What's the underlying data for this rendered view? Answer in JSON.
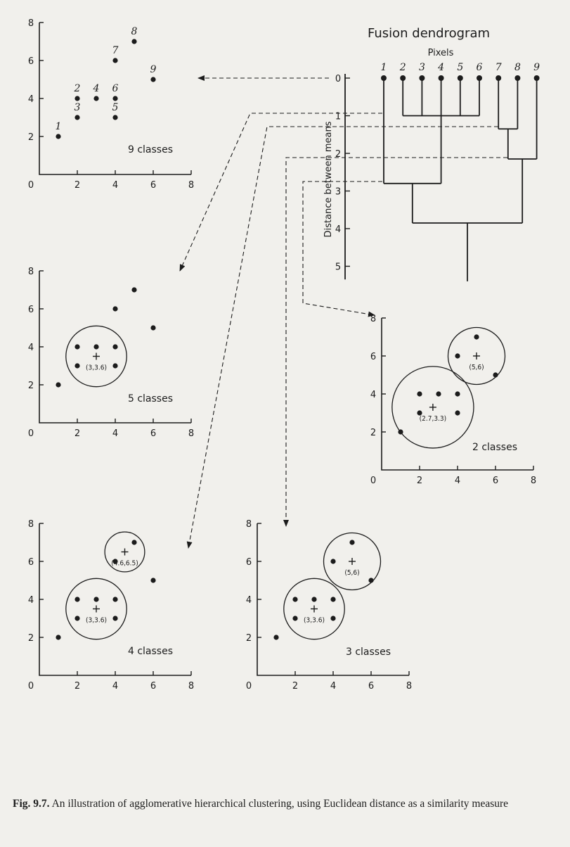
{
  "axis_ticks": {
    "x": [
      "0",
      "2",
      "4",
      "6",
      "8"
    ],
    "y": [
      "2",
      "4",
      "6",
      "8"
    ]
  },
  "dendrogram": {
    "title": "Fusion dendrogram",
    "subtitle": "Pixels",
    "y_label": "Distance between means",
    "y_ticks": [
      "0",
      "1",
      "2",
      "3",
      "4",
      "5"
    ],
    "leaves": [
      "1",
      "2",
      "3",
      "4",
      "5",
      "6",
      "7",
      "8",
      "9"
    ],
    "merges": [
      {
        "members": [
          "2",
          "3",
          "4",
          "5",
          "6"
        ],
        "distance": 1.0
      },
      {
        "members": [
          "7",
          "8"
        ],
        "distance": 1.35
      },
      {
        "members": [
          "7",
          "8",
          "9"
        ],
        "distance": 2.15
      },
      {
        "members": [
          "1",
          "2",
          "3",
          "4",
          "5",
          "6"
        ],
        "distance": 2.8
      },
      {
        "members": [
          "1",
          "2",
          "3",
          "4",
          "5",
          "6",
          "7",
          "8",
          "9"
        ],
        "distance": 3.85
      }
    ]
  },
  "chart_data": [
    {
      "type": "scatter",
      "label": "9 classes",
      "points": [
        {
          "id": "1",
          "x": 1,
          "y": 2
        },
        {
          "id": "2",
          "x": 2,
          "y": 4
        },
        {
          "id": "3",
          "x": 2,
          "y": 3
        },
        {
          "id": "4",
          "x": 3,
          "y": 4
        },
        {
          "id": "5",
          "x": 4,
          "y": 3
        },
        {
          "id": "6",
          "x": 4,
          "y": 4
        },
        {
          "id": "7",
          "x": 4,
          "y": 6
        },
        {
          "id": "8",
          "x": 5,
          "y": 7
        },
        {
          "id": "9",
          "x": 6,
          "y": 5
        }
      ],
      "clusters": [],
      "xlim": [
        0,
        8
      ],
      "ylim": [
        0,
        8
      ]
    },
    {
      "type": "scatter",
      "label": "5 classes",
      "points": [
        {
          "x": 1,
          "y": 2
        },
        {
          "x": 2,
          "y": 4
        },
        {
          "x": 2,
          "y": 3
        },
        {
          "x": 3,
          "y": 4
        },
        {
          "x": 4,
          "y": 3
        },
        {
          "x": 4,
          "y": 4
        },
        {
          "x": 4,
          "y": 6
        },
        {
          "x": 5,
          "y": 7
        },
        {
          "x": 6,
          "y": 5
        }
      ],
      "clusters": [
        {
          "center": [
            3,
            3.5
          ],
          "label": "(3,3.6)",
          "radius": 1.6
        }
      ],
      "xlim": [
        0,
        8
      ],
      "ylim": [
        0,
        8
      ]
    },
    {
      "type": "scatter",
      "label": "2 classes",
      "points": [
        {
          "x": 1,
          "y": 2
        },
        {
          "x": 2,
          "y": 4
        },
        {
          "x": 2,
          "y": 3
        },
        {
          "x": 3,
          "y": 4
        },
        {
          "x": 4,
          "y": 3
        },
        {
          "x": 4,
          "y": 4
        },
        {
          "x": 4,
          "y": 6
        },
        {
          "x": 5,
          "y": 7
        },
        {
          "x": 6,
          "y": 5
        }
      ],
      "clusters": [
        {
          "center": [
            2.7,
            3.3
          ],
          "label": "(2.7,3.3)",
          "radius": 2.15
        },
        {
          "center": [
            5,
            6
          ],
          "label": "(5,6)",
          "radius": 1.5
        }
      ],
      "xlim": [
        0,
        8
      ],
      "ylim": [
        0,
        8
      ]
    },
    {
      "type": "scatter",
      "label": "4 classes",
      "points": [
        {
          "x": 1,
          "y": 2
        },
        {
          "x": 2,
          "y": 4
        },
        {
          "x": 2,
          "y": 3
        },
        {
          "x": 3,
          "y": 4
        },
        {
          "x": 4,
          "y": 3
        },
        {
          "x": 4,
          "y": 4
        },
        {
          "x": 4,
          "y": 6
        },
        {
          "x": 5,
          "y": 7
        },
        {
          "x": 6,
          "y": 5
        }
      ],
      "clusters": [
        {
          "center": [
            3,
            3.5
          ],
          "label": "(3,3.6)",
          "radius": 1.6
        },
        {
          "center": [
            4.5,
            6.5
          ],
          "label": "(4.6,6.5)",
          "radius": 1.05
        }
      ],
      "xlim": [
        0,
        8
      ],
      "ylim": [
        0,
        8
      ]
    },
    {
      "type": "scatter",
      "label": "3 classes",
      "points": [
        {
          "x": 1,
          "y": 2
        },
        {
          "x": 2,
          "y": 4
        },
        {
          "x": 2,
          "y": 3
        },
        {
          "x": 3,
          "y": 4
        },
        {
          "x": 4,
          "y": 3
        },
        {
          "x": 4,
          "y": 4
        },
        {
          "x": 4,
          "y": 6
        },
        {
          "x": 5,
          "y": 7
        },
        {
          "x": 6,
          "y": 5
        }
      ],
      "clusters": [
        {
          "center": [
            3,
            3.5
          ],
          "label": "(3,3.6)",
          "radius": 1.6
        },
        {
          "center": [
            5,
            6
          ],
          "label": "(5,6)",
          "radius": 1.5
        }
      ],
      "xlim": [
        0,
        8
      ],
      "ylim": [
        0,
        8
      ]
    }
  ],
  "caption": {
    "figure": "Fig. 9.7.",
    "text": "An illustration of agglomerative hierarchical clustering, using Euclidean distance as a similarity measure"
  }
}
